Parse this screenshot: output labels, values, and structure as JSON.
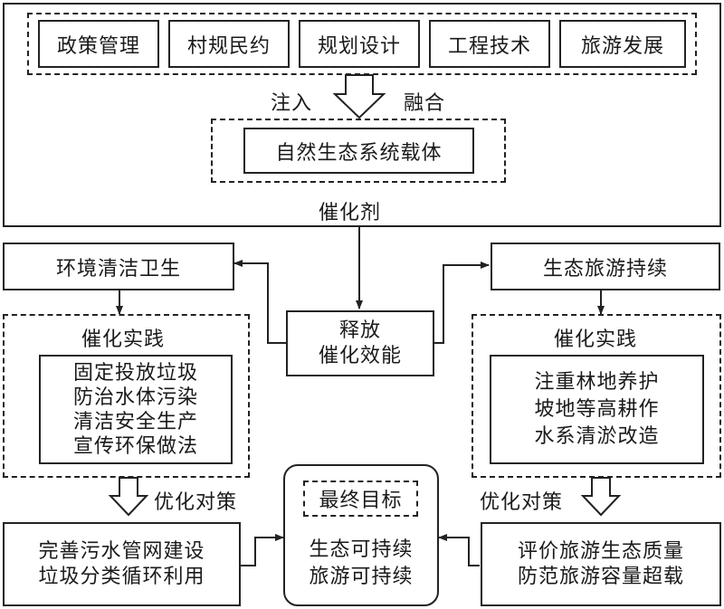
{
  "top": {
    "items": [
      "政策管理",
      "村规民约",
      "规划设计",
      "工程技术",
      "旅游发展"
    ],
    "inject_label": "注入",
    "merge_label": "融合",
    "carrier": "自然生态系统载体",
    "catalyst_label": "催化剂"
  },
  "center": {
    "line1": "释放",
    "line2": "催化效能"
  },
  "left": {
    "title": "环境清洁卫生",
    "practice_heading": "催化实践",
    "practices": [
      "固定投放垃圾",
      "防治水体污染",
      "清洁安全生产",
      "宣传环保做法"
    ],
    "optimize_label": "优化对策",
    "countermeasures": [
      "完善污水管网建设",
      "垃圾分类循环利用"
    ]
  },
  "right": {
    "title": "生态旅游持续",
    "practice_heading": "催化实践",
    "practices": [
      "注重林地养护",
      "坡地等高耕作",
      "水系清淤改造"
    ],
    "optimize_label": "优化对策",
    "countermeasures": [
      "评价旅游生态质量",
      "防范旅游容量超载"
    ]
  },
  "goal": {
    "heading": "最终目标",
    "line1": "生态可持续",
    "line2": "旅游可持续"
  }
}
